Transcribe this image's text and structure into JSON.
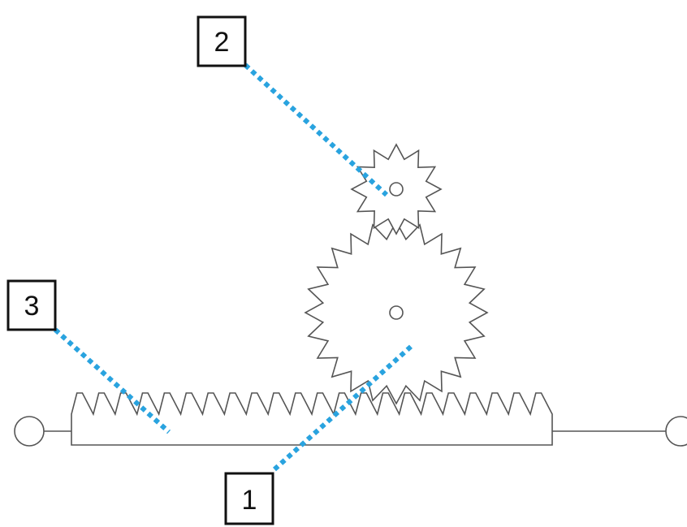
{
  "labels": [
    {
      "id": "1",
      "text": "1"
    },
    {
      "id": "2",
      "text": "2"
    },
    {
      "id": "3",
      "text": "3"
    }
  ],
  "colors": {
    "leader": "#29A3DF",
    "outline": "#555555",
    "label_border": "#111111"
  },
  "parts": {
    "small_gear_teeth": 12,
    "large_gear_teeth": 24,
    "rack_teeth": 22
  }
}
